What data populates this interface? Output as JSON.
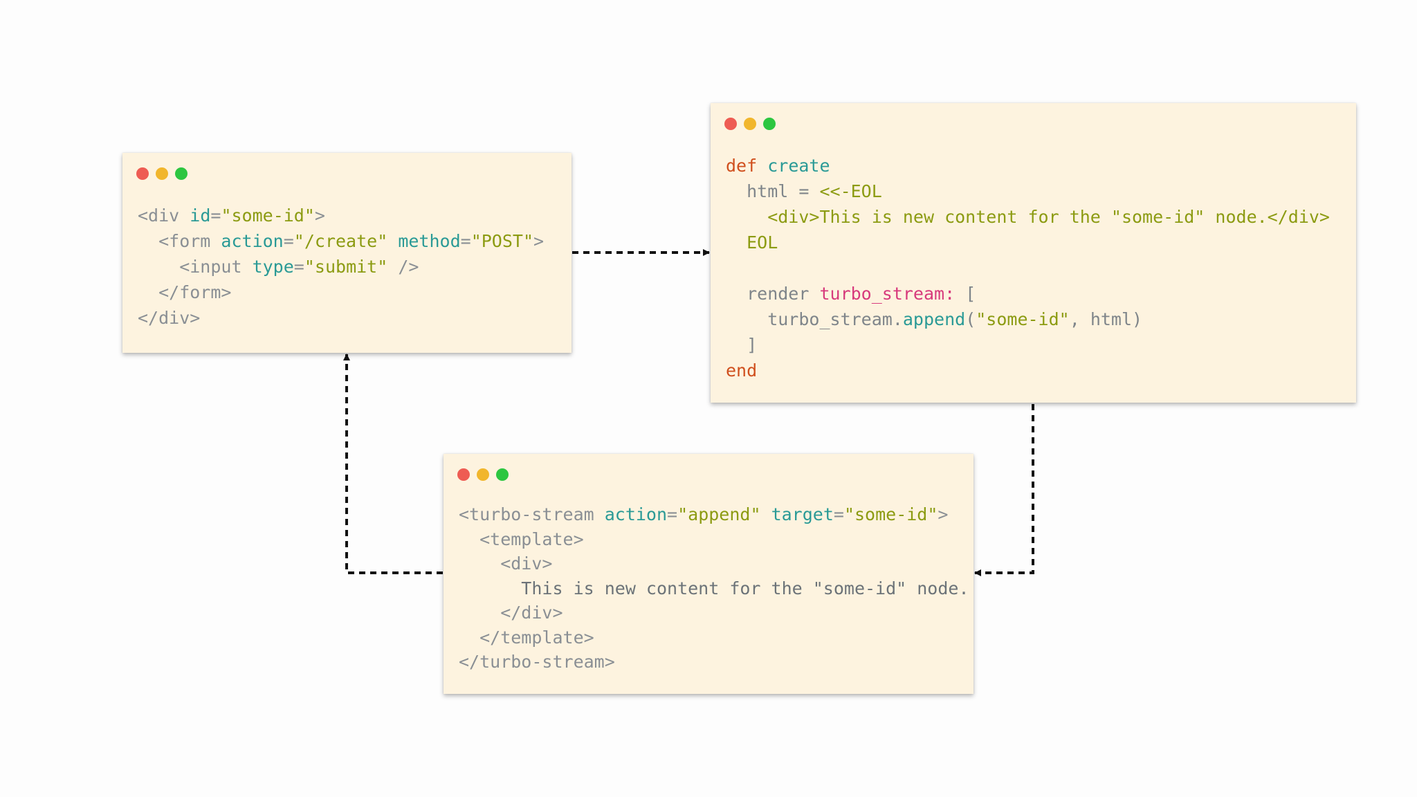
{
  "windows": [
    {
      "id": "html-form",
      "lines": [
        [
          {
            "c": "punct",
            "t": "<div "
          },
          {
            "c": "attr",
            "t": "id"
          },
          {
            "c": "punct",
            "t": "="
          },
          {
            "c": "str",
            "t": "\"some-id\""
          },
          {
            "c": "punct",
            "t": ">"
          }
        ],
        [
          {
            "c": "punct",
            "t": "  <form "
          },
          {
            "c": "attr",
            "t": "action"
          },
          {
            "c": "punct",
            "t": "="
          },
          {
            "c": "str",
            "t": "\"/create\""
          },
          {
            "c": "punct",
            "t": " "
          },
          {
            "c": "attr",
            "t": "method"
          },
          {
            "c": "punct",
            "t": "="
          },
          {
            "c": "str",
            "t": "\"POST\""
          },
          {
            "c": "punct",
            "t": ">"
          }
        ],
        [
          {
            "c": "punct",
            "t": "    <input "
          },
          {
            "c": "attr",
            "t": "type"
          },
          {
            "c": "punct",
            "t": "="
          },
          {
            "c": "str",
            "t": "\"submit\""
          },
          {
            "c": "punct",
            "t": " />"
          }
        ],
        [
          {
            "c": "punct",
            "t": "  </form>"
          }
        ],
        [
          {
            "c": "punct",
            "t": "</div>"
          }
        ]
      ]
    },
    {
      "id": "ruby-controller",
      "lines": [
        [
          {
            "c": "kw",
            "t": "def "
          },
          {
            "c": "fn",
            "t": "create"
          }
        ],
        [
          {
            "c": "plain",
            "t": "  html = "
          },
          {
            "c": "str",
            "t": "<<-EOL"
          }
        ],
        [
          {
            "c": "str",
            "t": "    <div>This is new content for the \"some-id\" node.</div>"
          }
        ],
        [
          {
            "c": "str",
            "t": "  EOL"
          }
        ],
        [
          {
            "c": "plain",
            "t": " "
          }
        ],
        [
          {
            "c": "plain",
            "t": "  render "
          },
          {
            "c": "sym",
            "t": "turbo_stream:"
          },
          {
            "c": "plain",
            "t": " ["
          }
        ],
        [
          {
            "c": "plain",
            "t": "    turbo_stream."
          },
          {
            "c": "fn",
            "t": "append"
          },
          {
            "c": "plain",
            "t": "("
          },
          {
            "c": "str",
            "t": "\"some-id\""
          },
          {
            "c": "plain",
            "t": ", html)"
          }
        ],
        [
          {
            "c": "plain",
            "t": "  ]"
          }
        ],
        [
          {
            "c": "kw",
            "t": "end"
          }
        ]
      ]
    },
    {
      "id": "turbo-stream-response",
      "lines": [
        [
          {
            "c": "punct",
            "t": "<turbo-stream "
          },
          {
            "c": "attr",
            "t": "action"
          },
          {
            "c": "punct",
            "t": "="
          },
          {
            "c": "str",
            "t": "\"append\""
          },
          {
            "c": "punct",
            "t": " "
          },
          {
            "c": "attr",
            "t": "target"
          },
          {
            "c": "punct",
            "t": "="
          },
          {
            "c": "str",
            "t": "\"some-id\""
          },
          {
            "c": "punct",
            "t": ">"
          }
        ],
        [
          {
            "c": "punct",
            "t": "  <template>"
          }
        ],
        [
          {
            "c": "punct",
            "t": "    <div>"
          }
        ],
        [
          {
            "c": "text",
            "t": "      This is new content for the \"some-id\" node."
          }
        ],
        [
          {
            "c": "punct",
            "t": "    </div>"
          }
        ],
        [
          {
            "c": "punct",
            "t": "  </template>"
          }
        ],
        [
          {
            "c": "punct",
            "t": "</turbo-stream>"
          }
        ]
      ]
    }
  ],
  "colors": {
    "window_bg": "#fdf3df",
    "dot_red": "#ee5c53",
    "dot_yellow": "#f1b62c",
    "dot_green": "#2cc640",
    "arrow": "#111111"
  }
}
